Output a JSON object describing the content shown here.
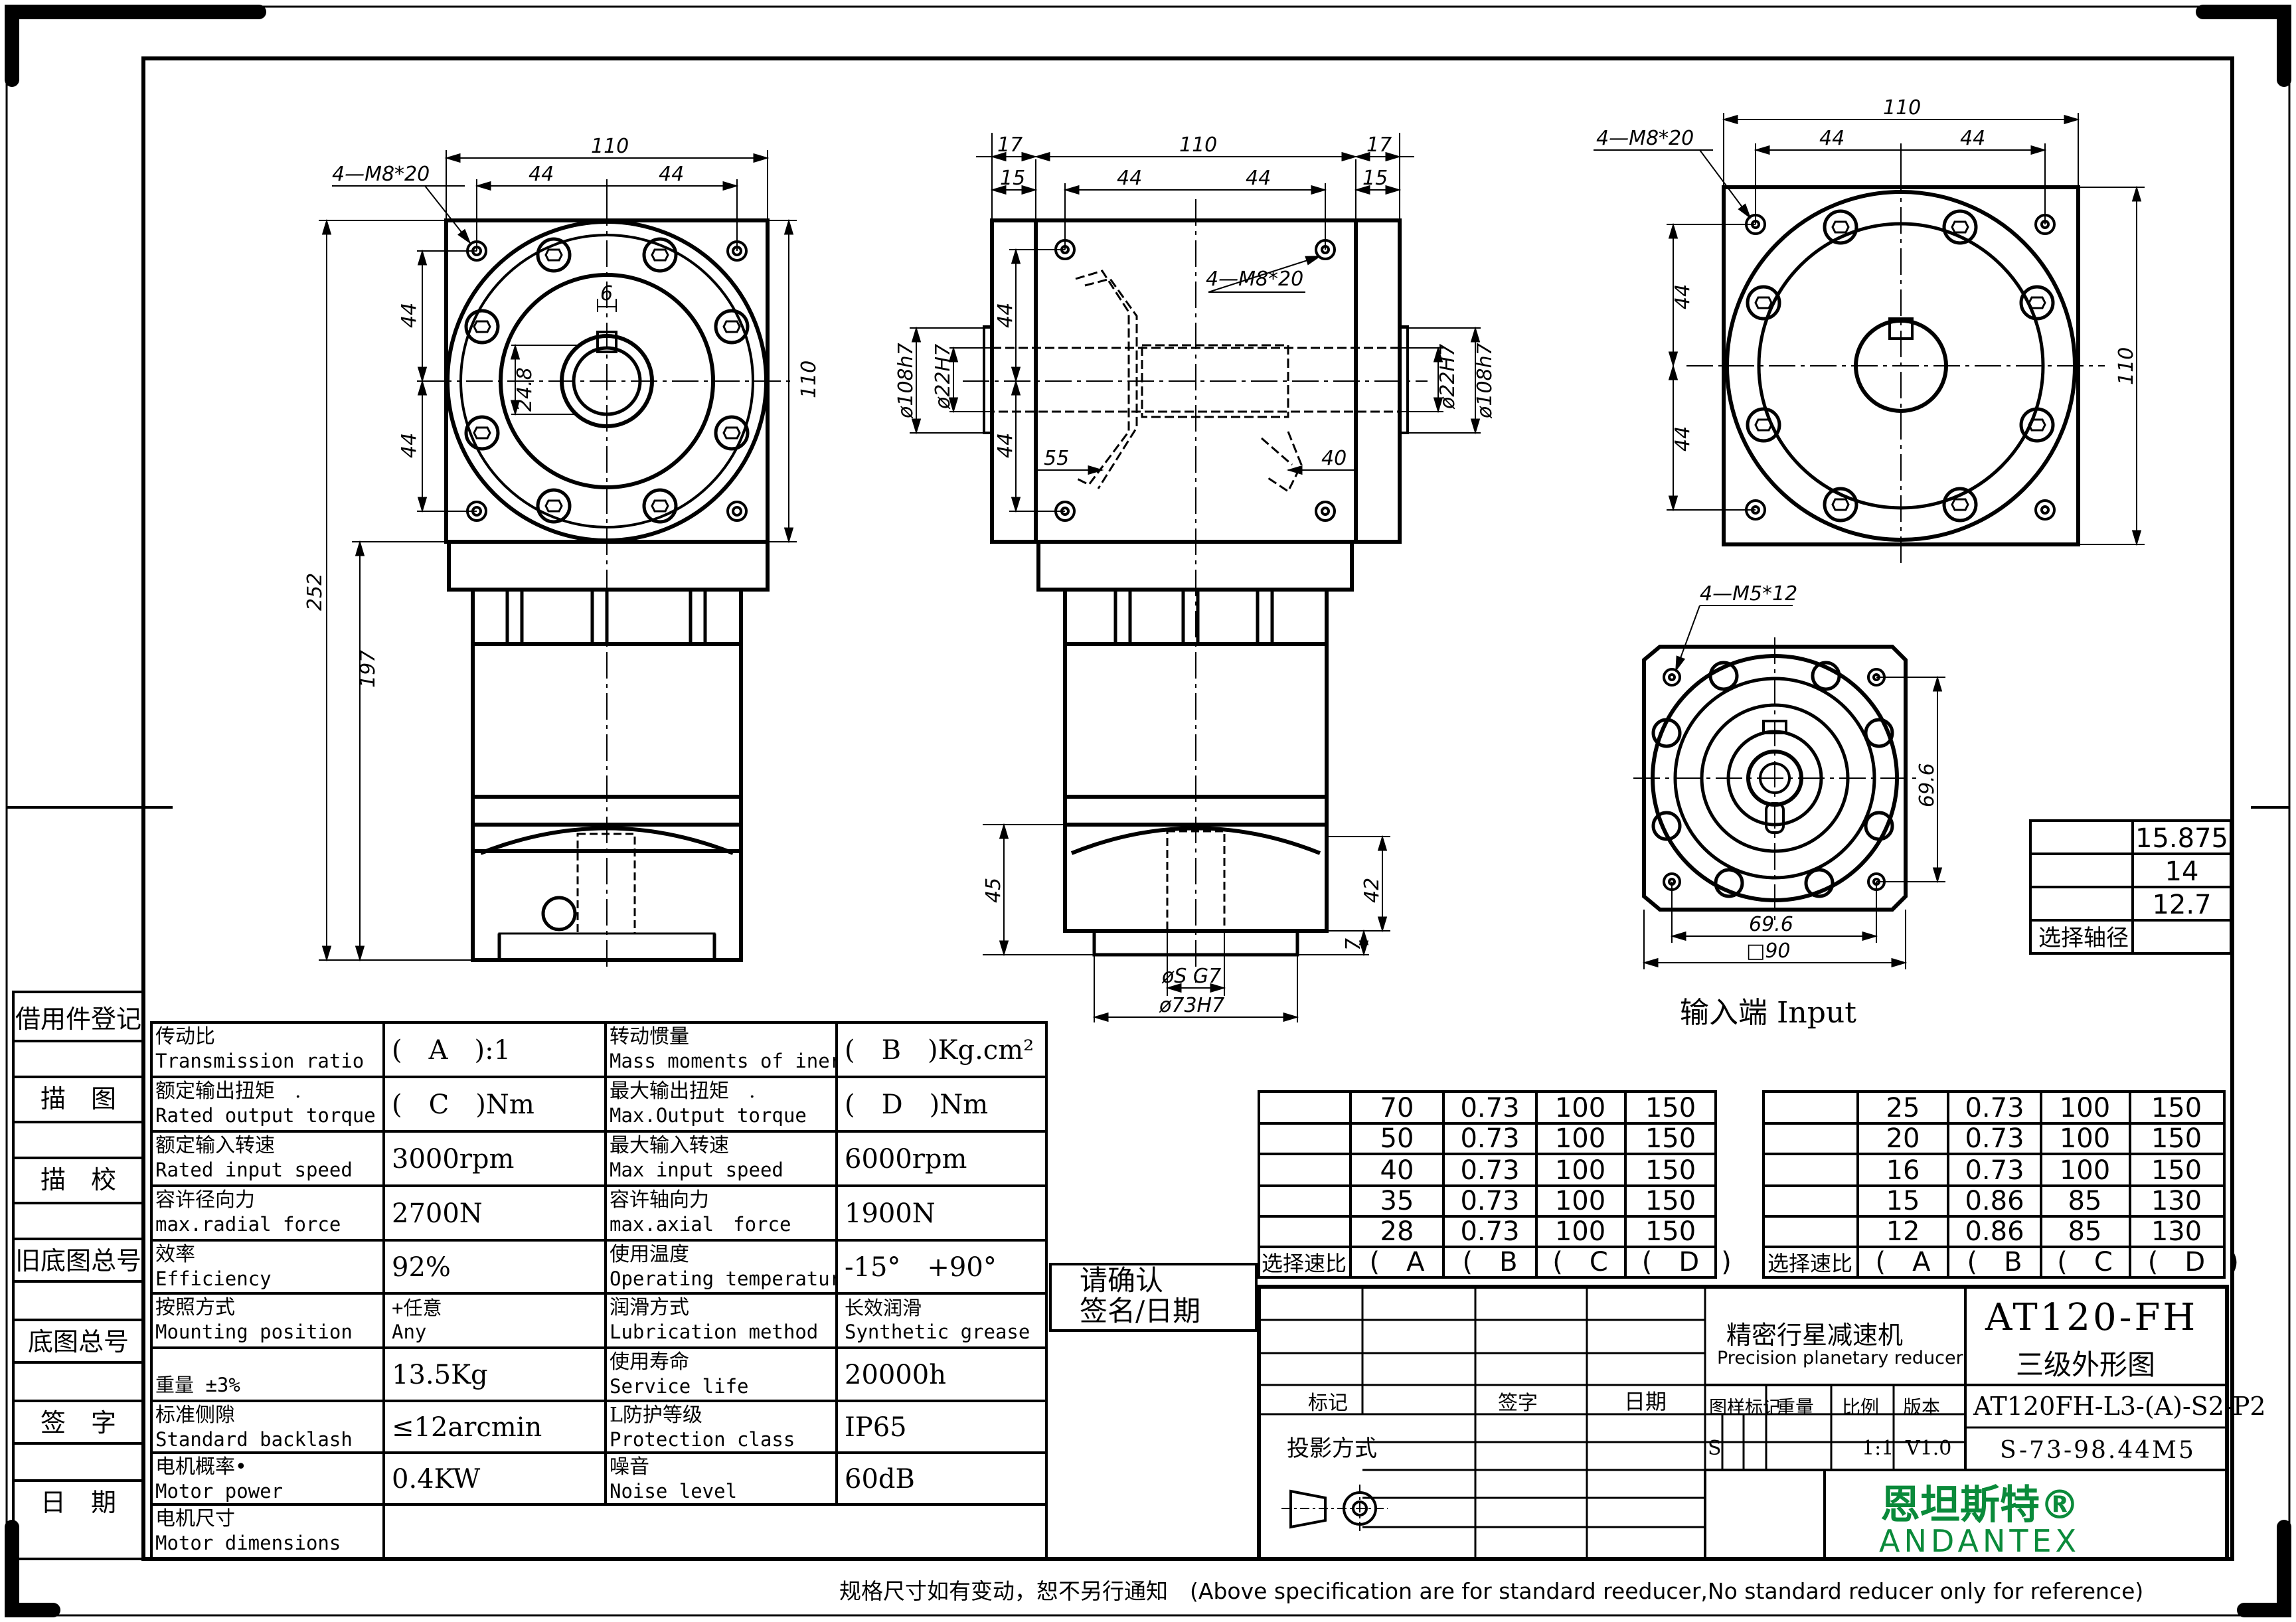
{
  "side_labels": [
    "借用件登记",
    "描　图",
    "描　校",
    "旧底图总号",
    "底图总号",
    "签　字",
    "日　期"
  ],
  "front_view": {
    "holes_label": "4—M8*20",
    "dim_width": "110",
    "dim_half_a": "44",
    "dim_half_b": "44",
    "dim_key_w": "6",
    "dim_key_h": "24.8",
    "dim_side_44a": "44",
    "dim_side_44b": "44",
    "dim_height_110": "110",
    "dim_total": "252",
    "dim_197": "197"
  },
  "side_view": {
    "dim_17a": "17",
    "dim_17b": "17",
    "dim_15a": "15",
    "dim_15b": "15",
    "dim_110": "110",
    "dim_44a": "44",
    "dim_44b": "44",
    "holes_label": "4—M8*20",
    "dim_108a": "ø108h7",
    "dim_22a": "ø22H7",
    "dim_108b": "ø108h7",
    "dim_22b": "ø22H7",
    "dim_44c": "44",
    "dim_44d": "44",
    "dim_55": "55",
    "dim_40": "40",
    "dim_45": "45",
    "dim_42": "42",
    "dim_7": "7",
    "dim_s": "øS G7",
    "dim_73": "ø73H7"
  },
  "right_view": {
    "dim_110": "110",
    "holes_label": "4—M8*20",
    "dim_44a": "44",
    "dim_44b": "44",
    "dim_44c": "44",
    "dim_44d": "44",
    "dim_110v": "110"
  },
  "input_view": {
    "holes_label": "4—M5*12",
    "dim_69_6v": "69.6",
    "dim_69_6h": "69.6",
    "dim_90": "□90",
    "caption": "输入端 Input"
  },
  "shaft_table": {
    "rows": [
      "15.875",
      "14",
      "12.7"
    ],
    "label": "选择轴径"
  },
  "ratio_table_left": {
    "rows": [
      [
        "70",
        "0.73",
        "100",
        "150"
      ],
      [
        "50",
        "0.73",
        "100",
        "150"
      ],
      [
        "40",
        "0.73",
        "100",
        "150"
      ],
      [
        "35",
        "0.73",
        "100",
        "150"
      ],
      [
        "28",
        "0.73",
        "100",
        "150"
      ]
    ],
    "label": "选择速比",
    "footer": [
      "(　A",
      "(　B",
      "(　C",
      "(　D",
      ")"
    ]
  },
  "ratio_table_right": {
    "rows": [
      [
        "25",
        "0.73",
        "100",
        "150"
      ],
      [
        "20",
        "0.73",
        "100",
        "150"
      ],
      [
        "16",
        "0.73",
        "100",
        "150"
      ],
      [
        "15",
        "0.86",
        "85",
        "130"
      ],
      [
        "12",
        "0.86",
        "85",
        "130"
      ]
    ],
    "label": "选择速比",
    "footer": [
      "(　A",
      "(　B",
      "(　C",
      "(　D",
      ")"
    ]
  },
  "spec_table": [
    {
      "cn1": "传动比",
      "en1": "Transmission ratio",
      "v1": "(　A　):1",
      "cn2": "转动惯量",
      "en2": "Mass moments of inertia",
      "v2": "(　B　)Kg.cm²"
    },
    {
      "cn1": "额定输出扭矩　.",
      "en1": "Rated output torque",
      "v1": "(　C　)Nm",
      "cn2": "最大输出扭矩　.",
      "en2": "Max.Output torque",
      "v2": "(　D　)Nm"
    },
    {
      "cn1": "额定输入转速",
      "en1": "Rated input speed",
      "v1": "3000rpm",
      "cn2": "最大输入转速",
      "en2": "Max input speed",
      "v2": "6000rpm"
    },
    {
      "cn1": "容许径向力",
      "en1": "max.radial force",
      "v1": "2700N",
      "cn2": "容许轴向力",
      "en2": "max.axial　force",
      "v2": "1900N"
    },
    {
      "cn1": "效率",
      "en1": "Efficiency",
      "v1": "92%",
      "cn2": "使用温度",
      "en2": "Operating temperature",
      "v2": "-15°　+90°"
    },
    {
      "cn1": "按照方式",
      "en1": "Mounting position",
      "v1": "+任意\nAny",
      "cn2": "润滑方式",
      "en2": "Lubrication method",
      "v2": "长效润滑\nSynthetic grease"
    },
    {
      "cn1": "",
      "en1": "重量 ±3%",
      "v1": "13.5Kg",
      "cn2": "使用寿命",
      "en2": "Service life",
      "v2": "20000h"
    },
    {
      "cn1": "标准侧隙",
      "en1": "Standard backlash",
      "v1": "≤12arcmin",
      "cn2": "L防护等级",
      "en2": "Protection class",
      "v2": "IP65"
    },
    {
      "cn1": "电机概率•",
      "en1": "Motor power",
      "v1": "0.4KW",
      "cn2": "噪音",
      "en2": "Noise level",
      "v2": "60dB"
    },
    {
      "cn1": "电机尺寸",
      "en1": "Motor dimensions",
      "v1": "",
      "cn2": "",
      "en2": "",
      "v2": ""
    }
  ],
  "confirm_box": {
    "line1": "请确认",
    "line2": "签名/日期"
  },
  "title_block": {
    "product_cn": "精密行星减速机",
    "product_en": "Precision planetary reducer",
    "model": "AT120-FH",
    "view_name": "三级外形图",
    "h_mark": "标记",
    "h_sign": "签字",
    "h_date": "日期",
    "projection": "投影方式",
    "h_drawing_mark": "图样标记",
    "h_weight": "重量",
    "h_scale": "比例",
    "h_version": "版本",
    "mark_s": "S",
    "scale": "1:1",
    "version": "V1.0",
    "part_code": "AT120FH-L3-(A)-S2-P2",
    "part_code2": "S-73-98.44M5",
    "brand_cn": "恩坦斯特®",
    "brand_en": "ANDANTEX"
  },
  "footer_note": "规格尺寸如有变动，恕不另行通知　(Above specification are for standard reeducer,No standard reducer only for reference)"
}
